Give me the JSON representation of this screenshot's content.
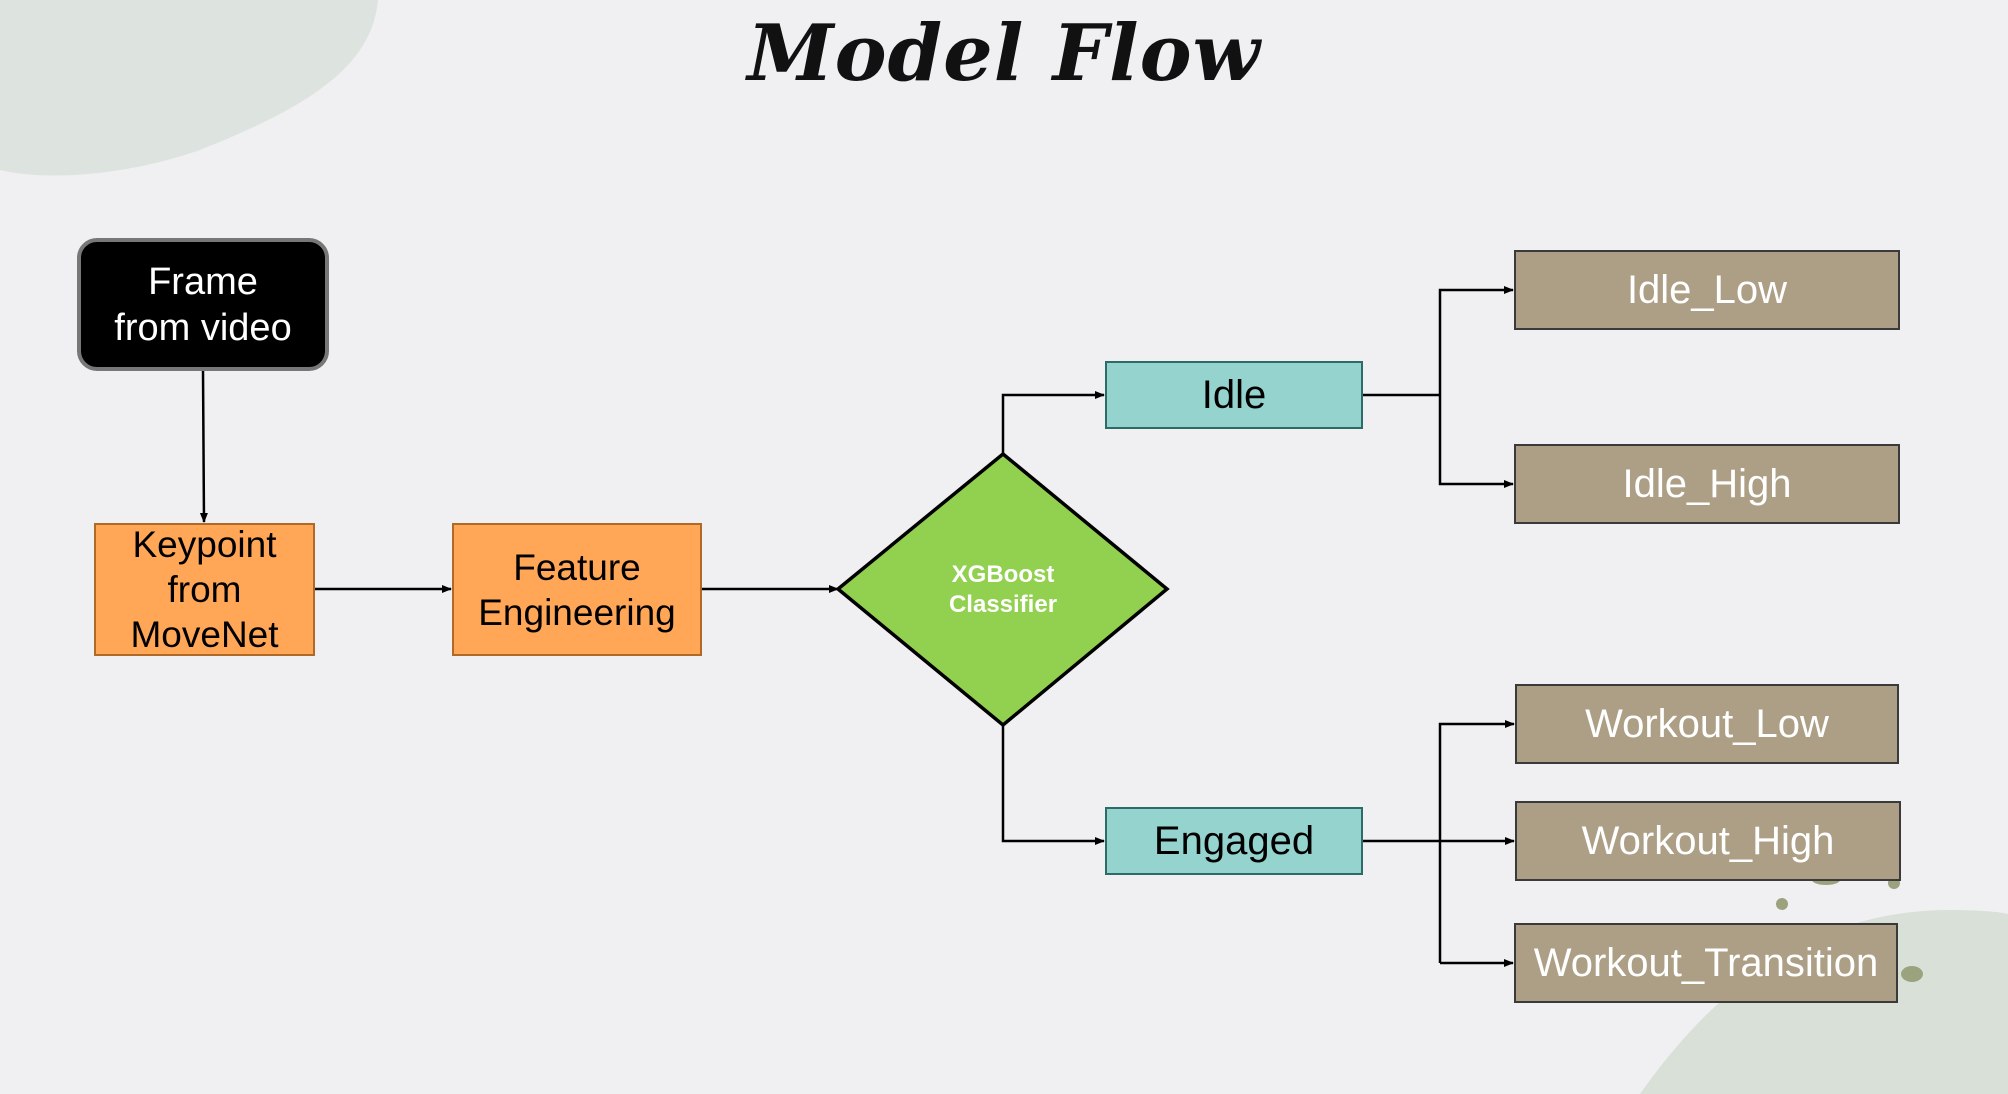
{
  "title": "Model Flow",
  "nodes": {
    "frame": "Frame\nfrom video",
    "keypoint": "Keypoint\nfrom\nMoveNet",
    "feature": "Feature\nEngineering",
    "classifier": "XGBoost\nClassifier",
    "idle": "Idle",
    "engaged": "Engaged",
    "idle_low": "Idle_Low",
    "idle_high": "Idle_High",
    "workout_low": "Workout_Low",
    "workout_high": "Workout_High",
    "workout_transition": "Workout_Transition"
  },
  "colors": {
    "background": "#f0f0f2",
    "frame_fill": "#000000",
    "process_fill": "#ffa657",
    "classifier_fill": "#92d050",
    "class_fill": "#94d3ce",
    "output_fill": "#ad9f86",
    "blob": "#dde4df"
  }
}
